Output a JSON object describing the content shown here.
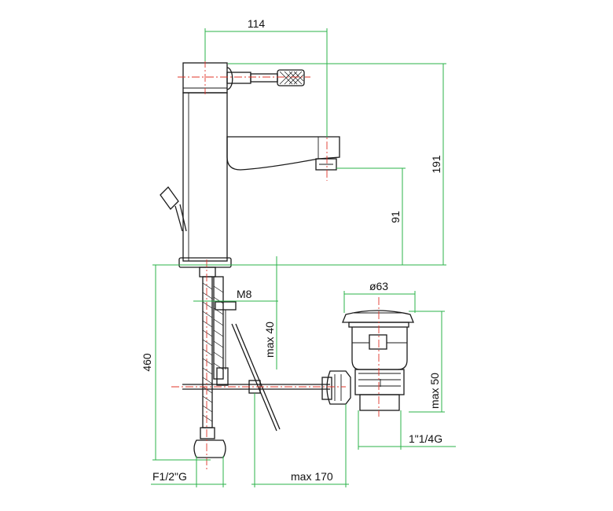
{
  "dimensions": {
    "width_top": "114",
    "height_total": "191",
    "height_spout": "91",
    "height_below_deck": "460",
    "thread_m8": "M8",
    "max_40": "max 40",
    "waste_diameter": "ø63",
    "max_50": "max 50",
    "waste_thread": "1\"1/4G",
    "inlet_thread": "F1/2\"G",
    "max_170": "max 170"
  },
  "colors": {
    "dimension_lines": "#2bb34a",
    "center_lines": "#e0342a",
    "outline": "#1a1a1a"
  }
}
